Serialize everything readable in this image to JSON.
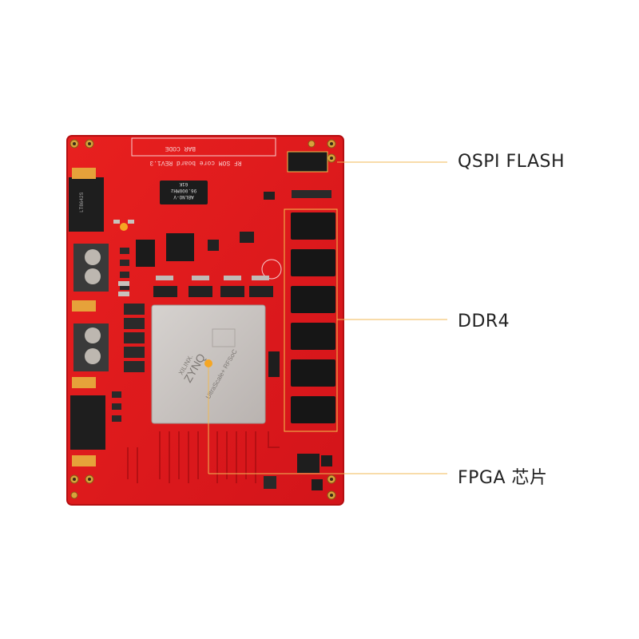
{
  "callouts": {
    "qspi": "QSPI FLASH",
    "ddr4": "DDR4",
    "fpga": "FPGA 芯片"
  },
  "board": {
    "silk_barcode": "BAR  CODE",
    "silk_title": "RF SOM core board REV1.3",
    "chip_brand": "XILINX.",
    "chip_family": "ZYNQ",
    "chip_series": "UltraScale+ RFSoC",
    "osc_line1": "ABLNO-V",
    "osc_line2": "96.000MHz",
    "osc_line3": "61K",
    "reg_marking": "LT8642S"
  },
  "colors": {
    "pcb": "#e0191c",
    "pcb_edge": "#c81013",
    "accent": "#f5a623",
    "chip": "#c9c4c1"
  }
}
